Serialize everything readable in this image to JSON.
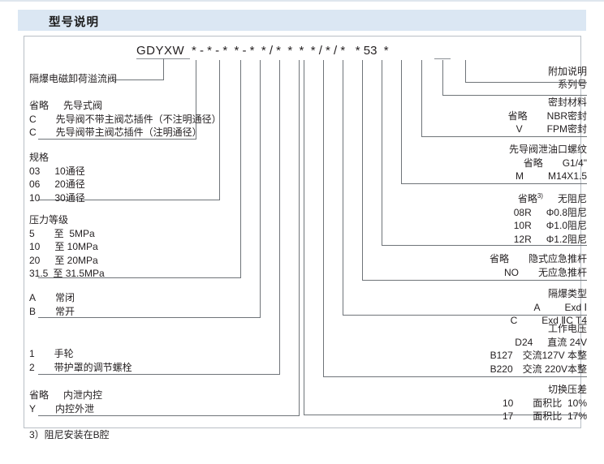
{
  "header": {
    "title": "型号说明"
  },
  "model_code": {
    "brand": "GDYXW",
    "sequence": "* - * - *  * - *  * / *  *  *  * / * / *   * 53  *"
  },
  "left_groups": [
    {
      "name": "product-name",
      "lines": [
        {
          "code": "",
          "desc": "隔爆电磁卸荷溢流阀"
        }
      ]
    },
    {
      "name": "pilot-valve-type",
      "lines": [
        {
          "code": "省略",
          "desc": "先导式阀"
        },
        {
          "code": "C",
          "desc": "先导阀不带主阀芯插件（不注明通径）"
        },
        {
          "code": "C",
          "desc": "先导阀带主阀芯插件（注明通径）"
        }
      ]
    },
    {
      "name": "specification",
      "lines": [
        {
          "code": "",
          "desc": "规格"
        },
        {
          "code": "03",
          "desc": "10通径"
        },
        {
          "code": "06",
          "desc": "20通径"
        },
        {
          "code": "10",
          "desc": "30通径"
        }
      ]
    },
    {
      "name": "pressure-rating",
      "lines": [
        {
          "code": "",
          "desc": "压力等级"
        },
        {
          "code": "5",
          "desc": "至  5MPa"
        },
        {
          "code": "10",
          "desc": "至 10MPa"
        },
        {
          "code": "20",
          "desc": "至 20MPa"
        },
        {
          "code": "31.5",
          "desc": "至 31.5MPa"
        }
      ]
    },
    {
      "name": "normal-state",
      "lines": [
        {
          "code": "A",
          "desc": "常闭"
        },
        {
          "code": "B",
          "desc": "常开"
        }
      ]
    },
    {
      "name": "adjustment-type",
      "lines": [
        {
          "code": "1",
          "desc": "手轮"
        },
        {
          "code": "2",
          "desc": "带护罩的调节螺栓"
        }
      ]
    },
    {
      "name": "drain-control",
      "lines": [
        {
          "code": "省略",
          "desc": "内泄内控"
        },
        {
          "code": "Y",
          "desc": "内控外泄"
        }
      ]
    }
  ],
  "right_groups": [
    {
      "name": "additional-note",
      "lines": [
        {
          "code": "",
          "desc": "附加说明"
        }
      ]
    },
    {
      "name": "series-number",
      "lines": [
        {
          "code": "",
          "desc": "系列号"
        }
      ]
    },
    {
      "name": "seal-material",
      "lines": [
        {
          "code": "",
          "desc": "密封材料"
        },
        {
          "code": "省略",
          "desc": "NBR密封"
        },
        {
          "code": "V",
          "desc": "FPM密封"
        }
      ]
    },
    {
      "name": "pilot-drain-thread",
      "lines": [
        {
          "code": "",
          "desc": "先导阀泄油口螺纹"
        },
        {
          "code": "省略",
          "desc": "G1/4\""
        },
        {
          "code": "M",
          "desc": "M14X1.5"
        }
      ]
    },
    {
      "name": "damping-orifice",
      "lines": [
        {
          "code": "省略",
          "code_sup": "3)",
          "desc": "无阻尼"
        },
        {
          "code": "08R",
          "desc": "Φ0.8阻尼"
        },
        {
          "code": "10R",
          "desc": "Φ1.0阻尼"
        },
        {
          "code": "12R",
          "desc": "Φ1.2阻尼"
        }
      ]
    },
    {
      "name": "emergency-push-rod",
      "lines": [
        {
          "code": "省略",
          "desc": "隐式应急推杆"
        },
        {
          "code": "NO",
          "desc": "无应急推杆"
        }
      ]
    },
    {
      "name": "explosion-proof-type",
      "lines": [
        {
          "code": "",
          "desc": "隔爆类型"
        },
        {
          "code": "A",
          "desc": "Exd Ⅰ"
        },
        {
          "code": "C",
          "desc": "Exd ⅡC T4"
        }
      ]
    },
    {
      "name": "working-voltage",
      "lines": [
        {
          "code": "",
          "desc": "工作电压"
        },
        {
          "code": "D24",
          "desc": "直流 24V"
        },
        {
          "code": "B127",
          "desc": "交流127V 本整"
        },
        {
          "code": "B220",
          "desc": "交流 220V本整"
        }
      ]
    },
    {
      "name": "switching-pressure-differential",
      "lines": [
        {
          "code": "",
          "desc": "切换压差"
        },
        {
          "code": "10",
          "desc": "面积比  10%"
        },
        {
          "code": "17",
          "desc": "面积比  17%"
        }
      ]
    }
  ],
  "footnote": {
    "text": "3）阻尼安装在B腔"
  }
}
